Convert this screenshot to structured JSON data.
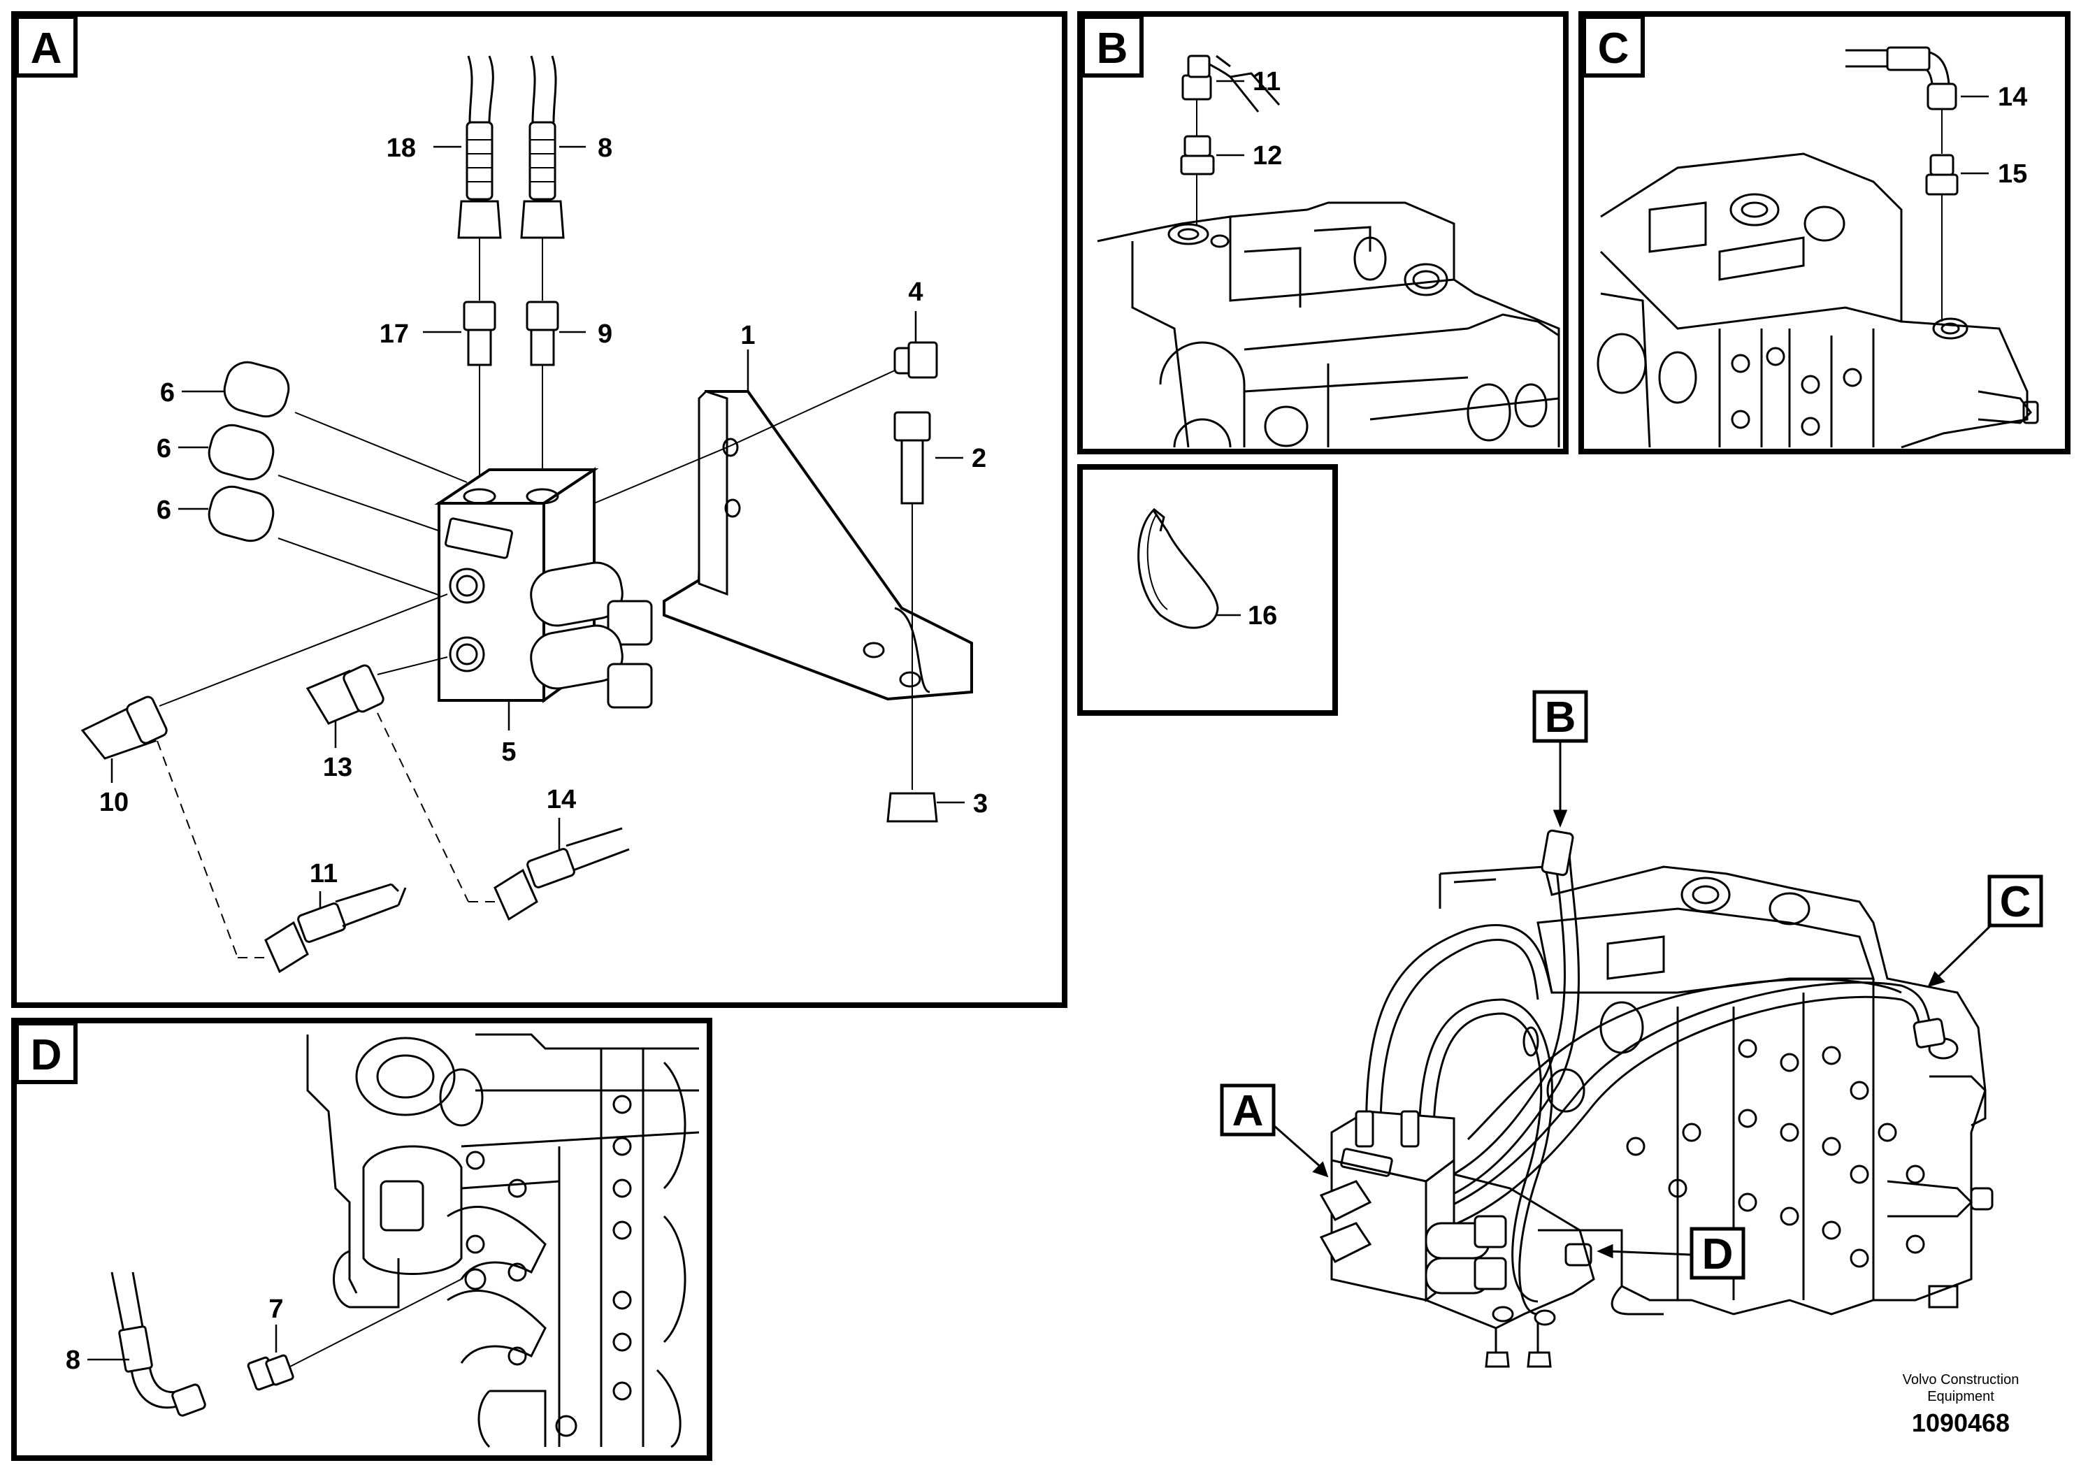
{
  "panels": {
    "a": {
      "letter": "A"
    },
    "b": {
      "letter": "B"
    },
    "c": {
      "letter": "C"
    },
    "d": {
      "letter": "D"
    }
  },
  "callouts": {
    "b": "B",
    "c": "C",
    "a": "A",
    "d": "D"
  },
  "parts_a": {
    "p18": "18",
    "p8": "8",
    "p17": "17",
    "p9": "9",
    "p4": "4",
    "p1": "1",
    "p2": "2",
    "p6a": "6",
    "p6b": "6",
    "p6c": "6",
    "p5": "5",
    "p3": "3",
    "p10": "10",
    "p13": "13",
    "p14": "14",
    "p11": "11"
  },
  "parts_b": {
    "p11": "11",
    "p12": "12"
  },
  "parts_c": {
    "p14": "14",
    "p15": "15"
  },
  "parts_e": {
    "p16": "16"
  },
  "parts_d": {
    "p7": "7",
    "p8": "8"
  },
  "footer": {
    "brand_line1": "Volvo Construction",
    "brand_line2": "Equipment",
    "doc_number": "1090468"
  }
}
